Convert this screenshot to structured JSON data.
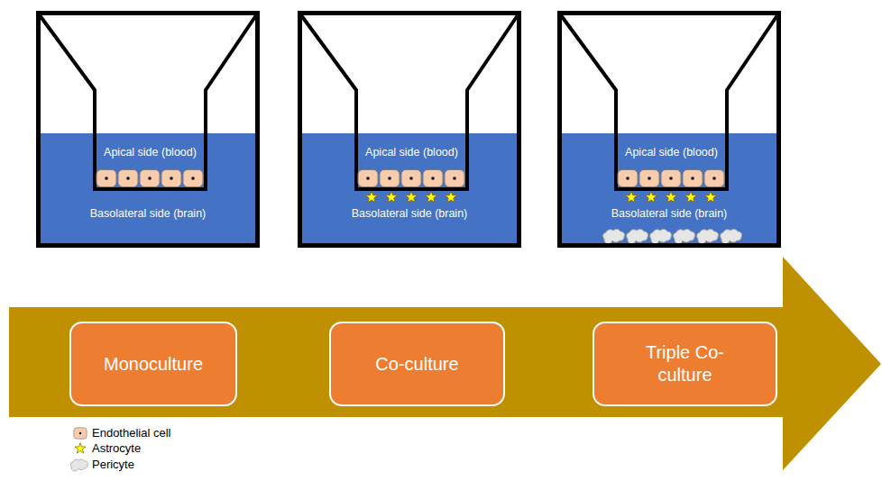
{
  "diagram": {
    "nodes": [
      {
        "text": [
          "Apical side (blood)",
          "Basolateral side (brain)"
        ]
      },
      {
        "text": [
          "Apical side (blood)",
          "Basolateral side (brain)"
        ]
      },
      {
        "text": [
          "Apical side (blood)",
          "Basolateral side (brain)"
        ]
      },
      {
        "text": [
          "Monoculture"
        ]
      },
      {
        "text": [
          "Co-culture"
        ]
      },
      {
        "text": [
          "Triple Co-culture"
        ]
      }
    ],
    "legend": [
      {
        "text": "Endothelial cell"
      },
      {
        "text": "Astrocyte"
      },
      {
        "text": "Pericyte"
      }
    ]
  }
}
